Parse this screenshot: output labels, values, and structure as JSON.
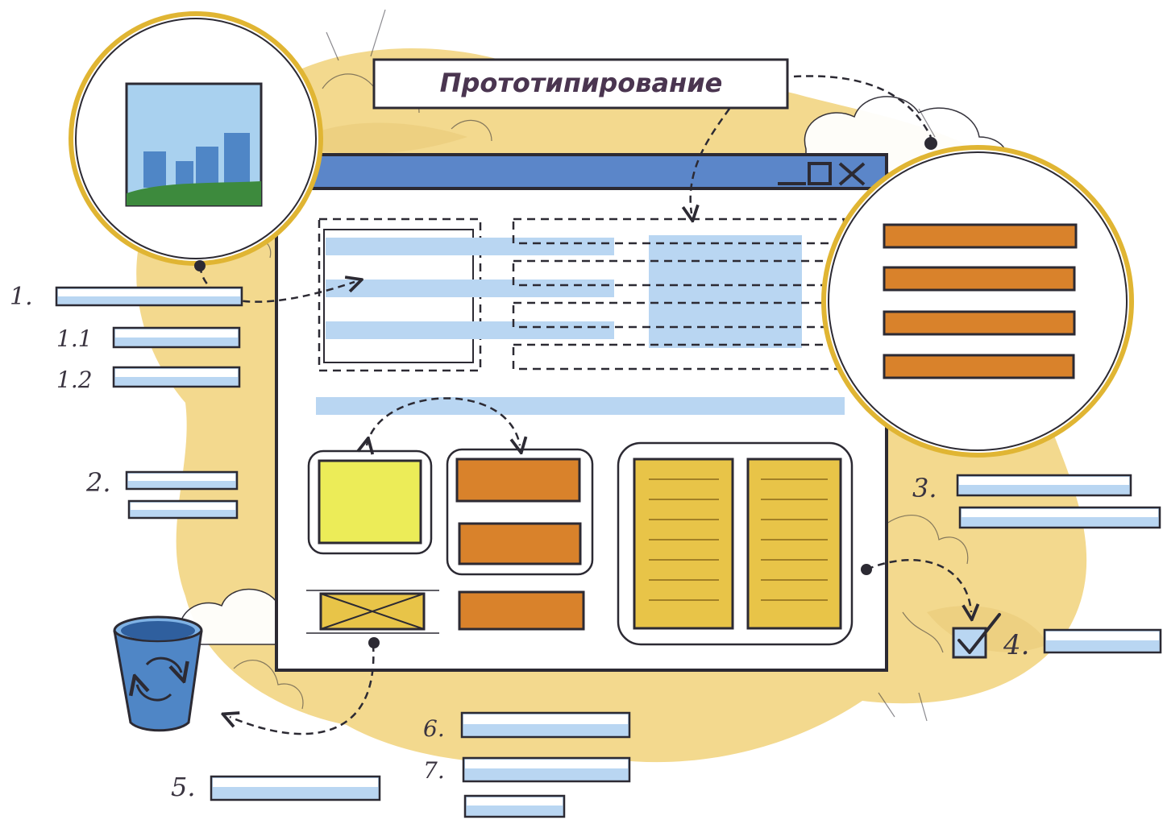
{
  "title": "Прототипирование",
  "window": {
    "controls": [
      "minimize-icon",
      "maximize-icon",
      "close-icon"
    ]
  },
  "labels": {
    "l1": "1.",
    "l1_1": "1.1",
    "l1_2": "1.2",
    "l2": "2.",
    "l3": "3.",
    "l4": "4.",
    "l5": "5.",
    "l6": "6.",
    "l7": "7."
  },
  "icons": {
    "image": "landscape-image-icon",
    "menu": "hamburger-menu-icon",
    "trash": "recycle-bin-icon",
    "checkbox": "checked-checkbox-icon"
  },
  "colors": {
    "background_blob": "#f3d98e",
    "window_titlebar": "#5b86c9",
    "accent_blue_light": "#b9d6f2",
    "yellow_box": "#ecec58",
    "orange_box": "#d9822b",
    "gold_panel": "#e8c448",
    "outline": "#2c2a33"
  }
}
